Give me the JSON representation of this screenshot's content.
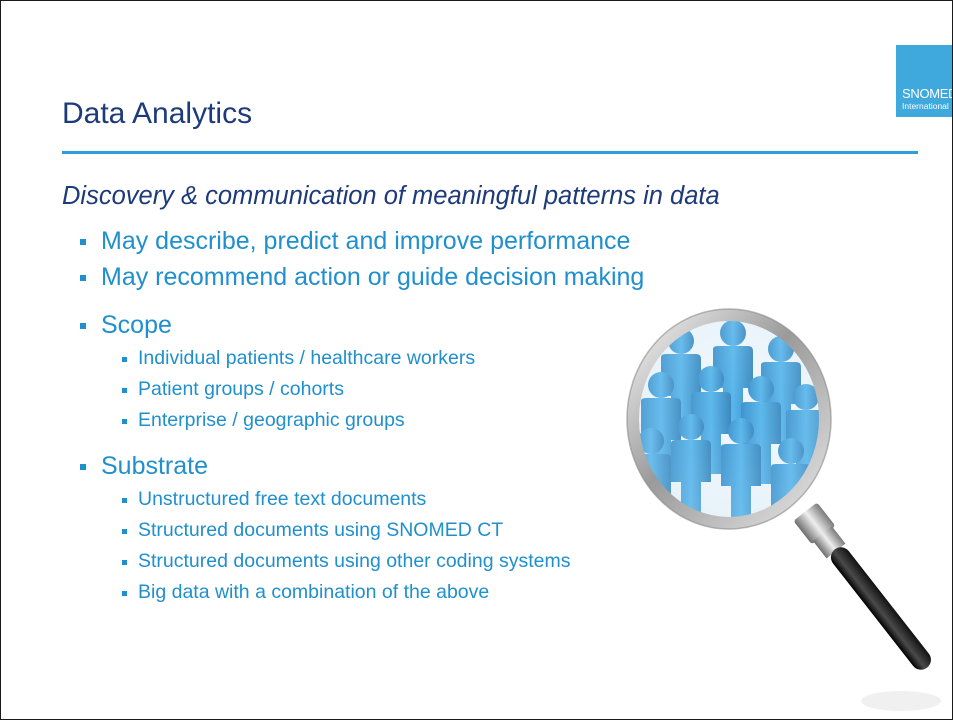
{
  "logo": {
    "main": "SNOMED",
    "sub": "International"
  },
  "title": "Data Analytics",
  "subtitle": "Discovery & communication of meaningful patterns in data",
  "bullets": [
    {
      "text": "May describe, predict and improve performance",
      "children": []
    },
    {
      "text": "May recommend action or guide decision making",
      "children": []
    },
    {
      "text": "Scope",
      "children": [
        "Individual patients / healthcare workers",
        "Patient groups / cohorts",
        "Enterprise / geographic groups"
      ]
    },
    {
      "text": "Substrate",
      "children": [
        "Unstructured free text documents",
        "Structured documents using SNOMED CT",
        "Structured documents using other coding systems",
        "Big data with a combination of the above"
      ]
    }
  ],
  "image": {
    "icon": "magnifying-glass-people-icon"
  },
  "colors": {
    "title": "#1d3a7a",
    "accent": "#2ca0db",
    "bullet_text": "#1f8fce",
    "logo_bg": "#3fa9dd",
    "people": "#2b95d6"
  }
}
